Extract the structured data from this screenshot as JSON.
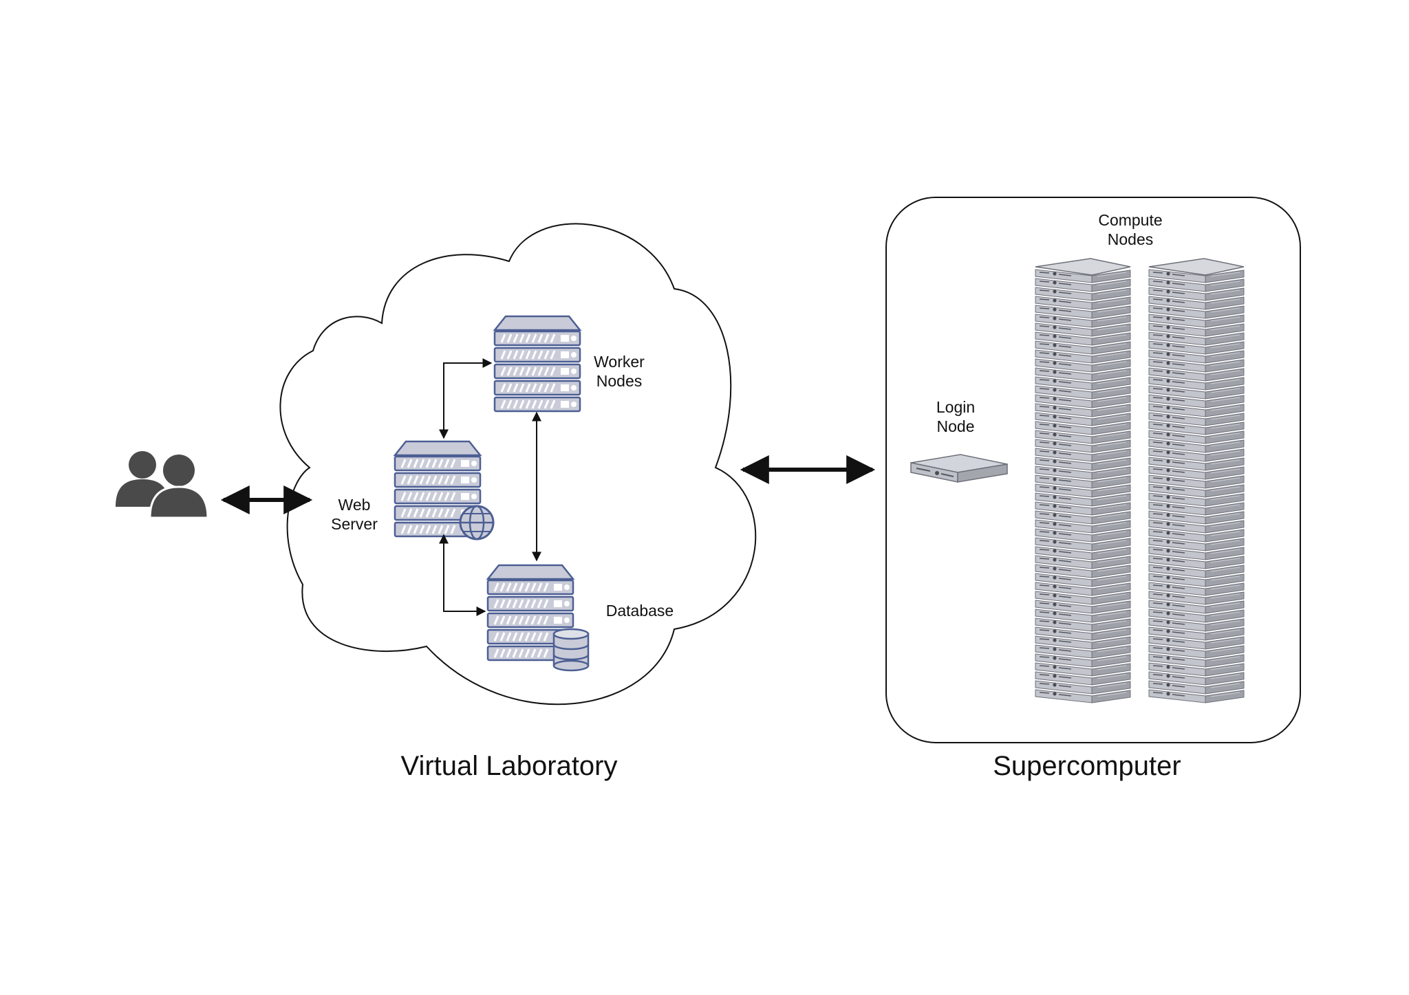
{
  "labels": {
    "worker_line1": "Worker",
    "worker_line2": "Nodes",
    "web_line1": "Web",
    "web_line2": "Server",
    "database": "Database",
    "login_line1": "Login",
    "login_line2": "Node",
    "compute_line1": "Compute",
    "compute_line2": "Nodes",
    "virtual_lab": "Virtual Laboratory",
    "supercomputer": "Supercomputer"
  },
  "icons": {
    "users": "users-icon",
    "worker": "server-stack-icon",
    "web": "web-server-icon",
    "database": "database-server-icon",
    "login": "rack-server-icon",
    "compute": "server-rack-tower-icon"
  },
  "colors": {
    "outline": "#111111",
    "server_fill": "#c9ccd8",
    "server_edge": "#4c5e93",
    "user_fill": "#4a4a4a",
    "rack_fill": "#b9bbc3"
  }
}
